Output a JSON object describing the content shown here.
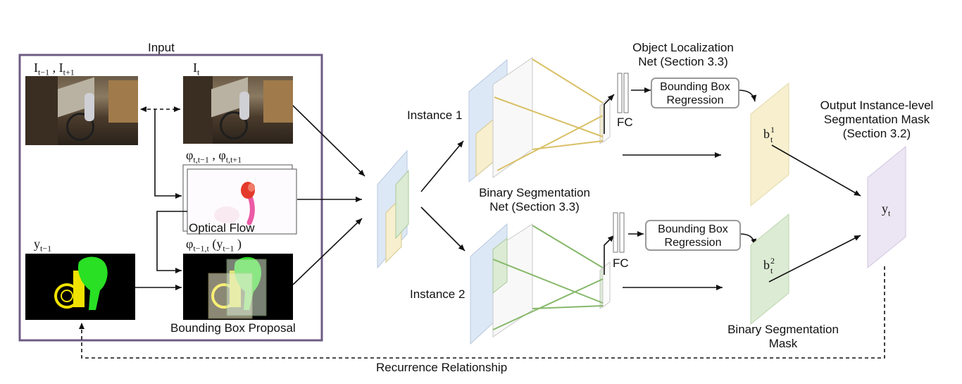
{
  "input_title": "Input",
  "frames": {
    "neighbor_label_main": "I",
    "neighbor_label_sub1": "t−1",
    "neighbor_label_sep": " , I",
    "neighbor_label_sub2": "t+1",
    "current_label_main": "I",
    "current_label_sub": "t"
  },
  "flow": {
    "label_main": "φ",
    "label_sub1": "t,t−1",
    "label_sep": " , φ",
    "label_sub2": "t,t+1",
    "caption": "Optical Flow"
  },
  "prev_mask": {
    "label_main": "y",
    "label_sub": "t−1"
  },
  "proposal": {
    "label_main": "φ",
    "label_sub": "t−1,t",
    "label_arg": " (y",
    "label_arg_sub": "t−1",
    "label_close": " )",
    "caption": "Bounding Box Proposal"
  },
  "instances": {
    "first": "Instance 1",
    "second": "Instance 2"
  },
  "binary_net": {
    "line1": "Binary Segmentation",
    "line2": "Net (Section 3.3)"
  },
  "localization_net": {
    "line1": "Object Localization",
    "line2": "Net (Section 3.3)"
  },
  "fc_label": "FC",
  "bbox_regression": {
    "line1": "Bounding Box",
    "line2": "Regression"
  },
  "outputs": {
    "b1_main": "b",
    "b1_sub": "t",
    "b1_sup": "1",
    "b2_main": "b",
    "b2_sub": "t",
    "b2_sup": "2",
    "y_main": "y",
    "y_sub": "t",
    "title_line1": "Output Instance-level",
    "title_line2": "Segmentation Mask",
    "title_line3": "(Section 3.2)",
    "mask_caption_line1": "Binary Segmentation",
    "mask_caption_line2": "Mask"
  },
  "recurrence_label": "Recurrence Relationship",
  "colors": {
    "input_border": "#6e5c84",
    "yellow_path": "#d9c066",
    "green_path": "#86b86a",
    "blue_plane": "#dde8f6",
    "yellow_plane": "#f7efce",
    "green_plane": "#dcebd4",
    "purple_plane": "#ece6f4",
    "mask_yellow": "#f0e200",
    "mask_green": "#29e024"
  }
}
